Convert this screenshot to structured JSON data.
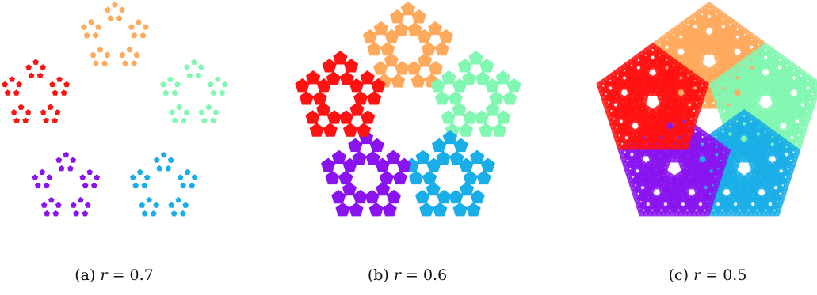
{
  "figure": {
    "panels": [
      {
        "id": "a",
        "caption_label": "(a)",
        "var": "r",
        "eq": " = 0.7",
        "r": 0.7,
        "levels": 3
      },
      {
        "id": "b",
        "caption_label": "(b)",
        "var": "r",
        "eq": " = 0.6",
        "r": 0.6,
        "levels": 3
      },
      {
        "id": "c",
        "caption_label": "(c)",
        "var": "r",
        "eq": " = 0.5",
        "r": 0.5,
        "levels": 5
      }
    ],
    "branch_colors": [
      "#ffa95c",
      "#82f7b2",
      "#1aaee8",
      "#8a14f0",
      "#ff1212"
    ],
    "branch_order_note_free": true
  }
}
